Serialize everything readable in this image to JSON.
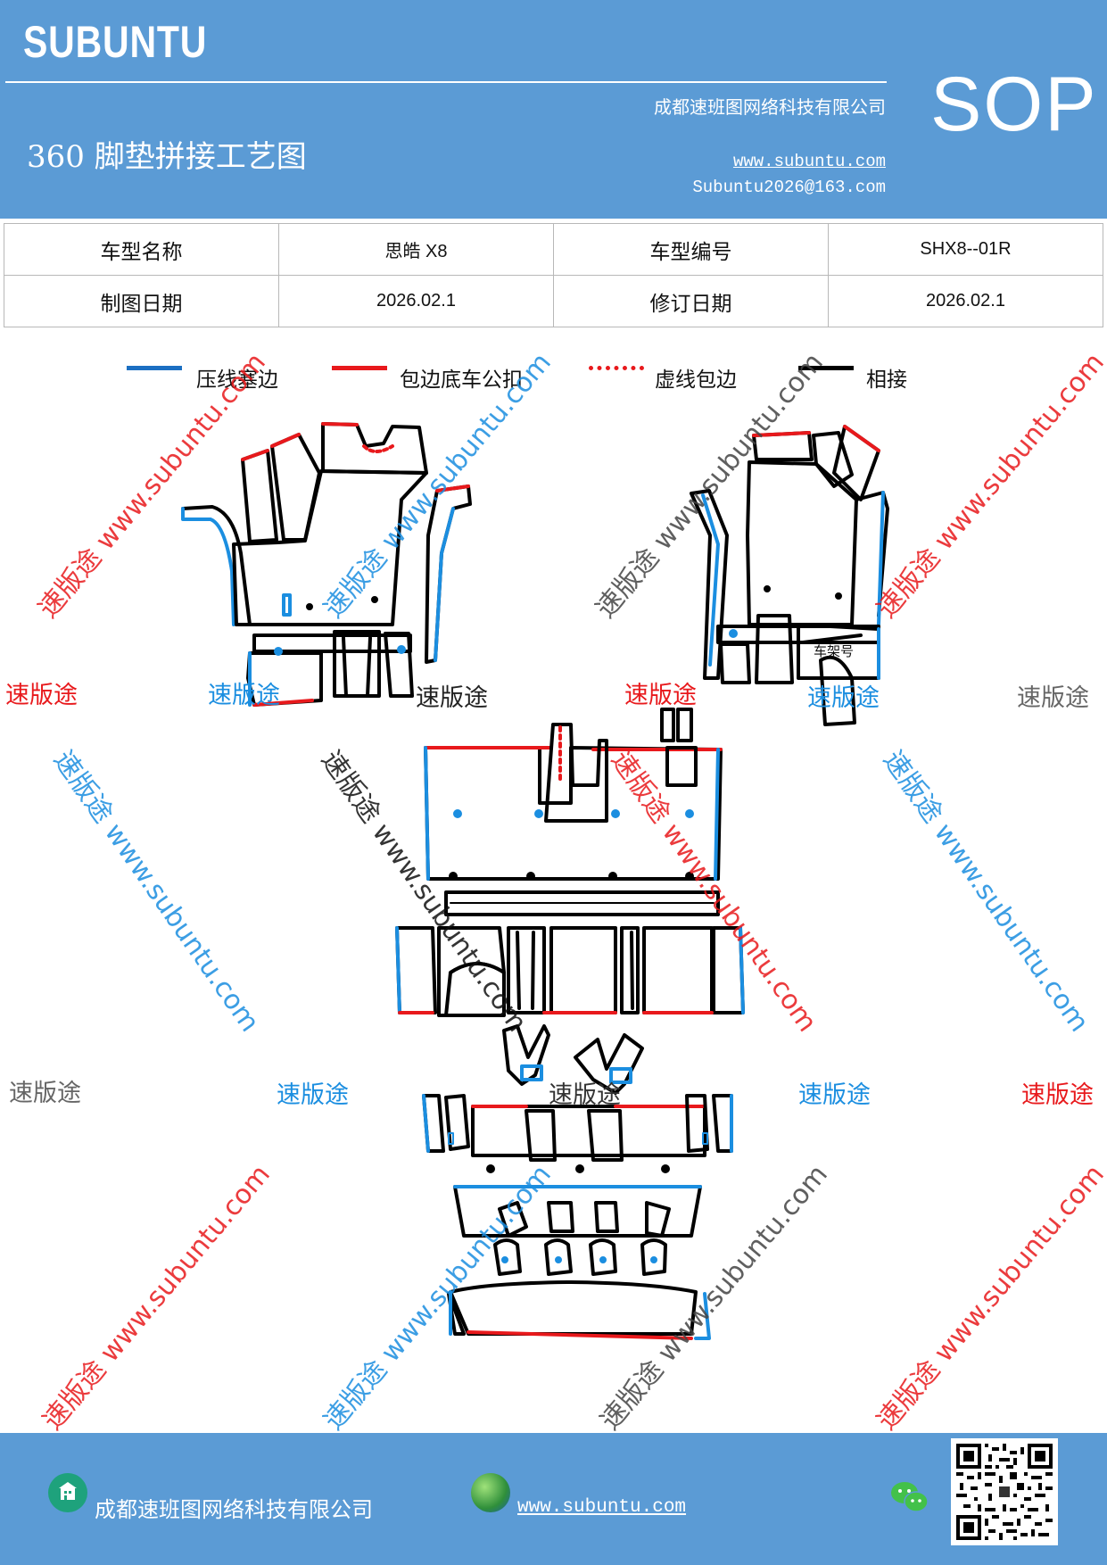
{
  "header": {
    "brand": "SUBUNTU",
    "company": "成都速班图网络科技有限公司",
    "title": "360 脚垫拼接工艺图",
    "website": "www.subuntu.com",
    "email": "Subuntu2026@163.com",
    "badge": "SOP"
  },
  "info_table": {
    "row1": {
      "label1": "车型名称",
      "value1": "思皓 X8",
      "label2": "车型编号",
      "value2": "SHX8--01R"
    },
    "row2": {
      "label1": "制图日期",
      "value1": "2026.02.1",
      "label2": "修订日期",
      "value2": "2026.02.1"
    }
  },
  "legend": [
    {
      "label": "压线塞边",
      "color": "#1b6fc2",
      "style": "solid"
    },
    {
      "label": "包边底车公扣",
      "color": "#e8191c",
      "style": "solid"
    },
    {
      "label": "虚线包边",
      "color": "#e8191c",
      "style": "dotted"
    },
    {
      "label": "相接",
      "color": "#000000",
      "style": "solid"
    }
  ],
  "drawing": {
    "part_label": "车架号"
  },
  "watermarks": {
    "brand_cn": "速版途",
    "url": "速版途 www.subuntu.com",
    "url_rev": "速版途 www.subuntu.com"
  },
  "colors": {
    "header_bg": "#5b9bd5",
    "blue_edge": "#1b8ee0",
    "red_edge": "#e8191c"
  },
  "footer": {
    "company": "成都速班图网络科技有限公司",
    "website": "www.subuntu.com"
  }
}
